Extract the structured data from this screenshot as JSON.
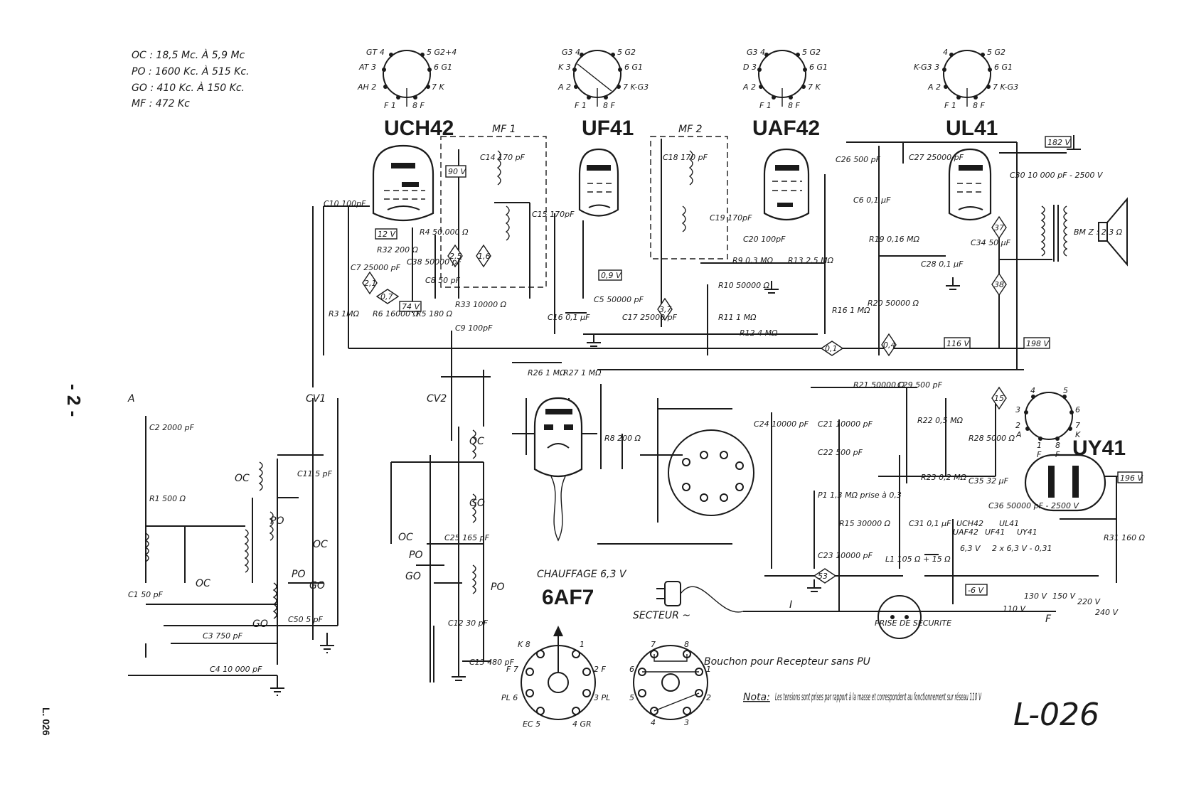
{
  "frequencies": [
    {
      "band": "OC",
      "text": "OC :  18,5 Mc. À  5,9 Mc"
    },
    {
      "band": "PO",
      "text": "PO :  1600 Kc. À  515 Kc."
    },
    {
      "band": "GO",
      "text": "GO :  410  Kc. À  150 Kc."
    },
    {
      "band": "MF",
      "text": "MF :  472 Kc"
    }
  ],
  "page_marker": "- 2 -",
  "side_ref": "L. 026",
  "drawing_ref": "L-026",
  "tubes": [
    {
      "name": "UCH42",
      "pins": [
        "GT 4",
        "5 G2+4",
        "AT 3",
        "6 G1",
        "AH 2",
        "7 K",
        "F 1",
        "8 F"
      ]
    },
    {
      "name": "UF41",
      "pins": [
        "G3 4",
        "5 G2",
        "K 3",
        "6 G1",
        "A 2",
        "7 K-G3",
        "F 1",
        "8 F"
      ]
    },
    {
      "name": "UAF42",
      "pins": [
        "G3 4",
        "5 G2",
        "D 3",
        "6 G1",
        "A 2",
        "7 K",
        "F 1",
        "8 F"
      ]
    },
    {
      "name": "UL41",
      "pins": [
        "4",
        "5 G2",
        "K-G3 3",
        "6 G1",
        "A 2",
        "7 K-G3",
        "F 1",
        "8 F"
      ]
    },
    {
      "name": "6AF7",
      "subtitle": "CHAUFFAGE 6,3 V"
    },
    {
      "name": "UY41",
      "pins": [
        "4",
        "5",
        "6",
        "3",
        "2",
        "7",
        "A",
        "K",
        "1",
        "8",
        "F",
        "F"
      ]
    }
  ],
  "transformers": [
    "MF 1",
    "MF 2"
  ],
  "voltages": [
    "90 V",
    "12 V",
    "74 V",
    "0,9 V",
    "182 V",
    "116 V",
    "198 V",
    "196 V",
    "-6 V"
  ],
  "probe_points": [
    "2,5",
    "1,6",
    "2,1",
    "0,7",
    "3,7",
    "0,1",
    "0,4",
    "37",
    "38",
    "15",
    "53"
  ],
  "components": [
    {
      "ref": "C10",
      "value": "100pF"
    },
    {
      "ref": "C14",
      "value": "170 pF"
    },
    {
      "ref": "C15",
      "value": "170pF"
    },
    {
      "ref": "C18",
      "value": "170 pF"
    },
    {
      "ref": "C19",
      "value": "170pF"
    },
    {
      "ref": "C20",
      "value": "100pF"
    },
    {
      "ref": "C26",
      "value": "500 pF"
    },
    {
      "ref": "C27",
      "value": "25000 pF"
    },
    {
      "ref": "C30",
      "value": "10 000 pF - 2500 V"
    },
    {
      "ref": "C6",
      "value": "0,1 µF"
    },
    {
      "ref": "R4",
      "value": "50.000 Ω"
    },
    {
      "ref": "R32",
      "value": "200 Ω"
    },
    {
      "ref": "C7",
      "value": "25000 pF"
    },
    {
      "ref": "C38",
      "value": "50000 pF"
    },
    {
      "ref": "C8",
      "value": "50 pF"
    },
    {
      "ref": "R3",
      "value": "1MΩ"
    },
    {
      "ref": "R6",
      "value": "16000 Ω"
    },
    {
      "ref": "R5",
      "value": "180 Ω"
    },
    {
      "ref": "R33",
      "value": "10000 Ω"
    },
    {
      "ref": "C9",
      "value": "100pF"
    },
    {
      "ref": "C5",
      "value": "50000 pF"
    },
    {
      "ref": "C16",
      "value": "0,1 µF"
    },
    {
      "ref": "C17",
      "value": "25000 pF"
    },
    {
      "ref": "R9",
      "value": "0,3 MΩ"
    },
    {
      "ref": "R13",
      "value": "2,5 MΩ"
    },
    {
      "ref": "R10",
      "value": "50000 Ω"
    },
    {
      "ref": "R11",
      "value": "1 MΩ"
    },
    {
      "ref": "R12",
      "value": "4 MΩ"
    },
    {
      "ref": "R16",
      "value": "1 MΩ"
    },
    {
      "ref": "R19",
      "value": "0,16 MΩ"
    },
    {
      "ref": "R20",
      "value": "50000 Ω"
    },
    {
      "ref": "C28",
      "value": "0,1 µF"
    },
    {
      "ref": "C34",
      "value": "50 µF"
    },
    {
      "ref": "BM",
      "value": "Z : 2,3 Ω"
    },
    {
      "ref": "R26",
      "value": "1 MΩ"
    },
    {
      "ref": "R27",
      "value": "1 MΩ"
    },
    {
      "ref": "R8",
      "value": "200 Ω"
    },
    {
      "ref": "R21",
      "value": "50000 Ω"
    },
    {
      "ref": "C29",
      "value": "500 pF"
    },
    {
      "ref": "R22",
      "value": "0,5 MΩ"
    },
    {
      "ref": "C24",
      "value": "10000 pF"
    },
    {
      "ref": "C21",
      "value": "10000 pF"
    },
    {
      "ref": "C22",
      "value": "500 pF"
    },
    {
      "ref": "P1",
      "value": "1,3 MΩ prise à 0,3"
    },
    {
      "ref": "R15",
      "value": "30000 Ω"
    },
    {
      "ref": "C23",
      "value": "10000 pF"
    },
    {
      "ref": "R28",
      "value": "5000 Ω"
    },
    {
      "ref": "C35",
      "value": "32 µF"
    },
    {
      "ref": "R23",
      "value": "0,2 MΩ"
    },
    {
      "ref": "C31",
      "value": "0,1 µF"
    },
    {
      "ref": "C36",
      "value": "50000 pF - 2500 V"
    },
    {
      "ref": "R31",
      "value": "160 Ω"
    },
    {
      "ref": "L1",
      "value": "105 Ω   + 15 Ω"
    },
    {
      "ref": "C2",
      "value": "2000 pF"
    },
    {
      "ref": "R1",
      "value": "500 Ω"
    },
    {
      "ref": "C1",
      "value": "50 pF"
    },
    {
      "ref": "C3",
      "value": "750 pF"
    },
    {
      "ref": "C4",
      "value": "10 000 pF"
    },
    {
      "ref": "C11",
      "value": "5 pF"
    },
    {
      "ref": "C50",
      "value": "5 pF"
    },
    {
      "ref": "C25",
      "value": "165 pF"
    },
    {
      "ref": "C12",
      "value": "30 pF"
    },
    {
      "ref": "C13",
      "value": "480 pF"
    }
  ],
  "labels": {
    "cv1": "CV1",
    "cv2": "CV2",
    "antenna": "A",
    "oc": "OC",
    "po": "PO",
    "go": "GO",
    "secteur": "SECTEUR ~",
    "switch_i": "I",
    "prise": "PRISE DE SECURITE",
    "fuse": "F",
    "mains_taps": [
      "110 V",
      "130 V",
      "150 V",
      "220 V",
      "240 V"
    ],
    "heater_chain": [
      "UCH42",
      "UL41",
      "UAF42",
      "UF41",
      "UY41",
      "6,3 V",
      "2 x 6,3 V - 0,31"
    ],
    "plug_title": "Bouchon pour Recepteur sans PU",
    "socket_pins": [
      "K 8",
      "1",
      "F 7",
      "2 F",
      "PL 6",
      "3 PL",
      "EC 5",
      "4 GR"
    ],
    "plug_pins": [
      "7",
      "8",
      "6",
      "1",
      "5",
      "2",
      "4",
      "3"
    ],
    "note_title": "Nota:",
    "note_text": "Les tensions sont prises par rapport à la masse et correspondent au fonctionnement sur réseau 110 V"
  }
}
